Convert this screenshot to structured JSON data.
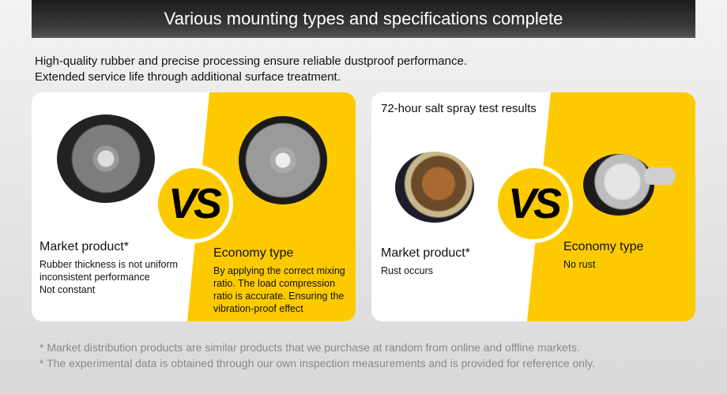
{
  "header": {
    "title": "Various mounting types and specifications complete"
  },
  "intro": {
    "line1": "High-quality rubber and precise processing ensure reliable dustproof performance.",
    "line2": "Extended service life through additional surface treatment."
  },
  "colors": {
    "accent": "#fdca00"
  },
  "left_card": {
    "vs": "VS",
    "market": {
      "title": "Market product*",
      "lines": [
        "Rubber thickness is not uniform",
        "inconsistent performance",
        "Not constant"
      ]
    },
    "economy": {
      "title": "Economy type",
      "lines": [
        "By applying the correct mixing",
        "ratio. The load compression",
        "ratio is accurate. Ensuring the",
        "vibration-proof effect"
      ]
    }
  },
  "right_card": {
    "heading": "72-hour salt spray test results",
    "vs": "VS",
    "market": {
      "title": "Market product*",
      "lines": [
        "Rust occurs"
      ]
    },
    "economy": {
      "title": "Economy type",
      "lines": [
        "No rust"
      ]
    }
  },
  "footnotes": [
    "* Market distribution products are similar products that we purchase at random from online and offline markets.",
    "* The experimental data is obtained through our own inspection measurements and is provided for reference only."
  ]
}
